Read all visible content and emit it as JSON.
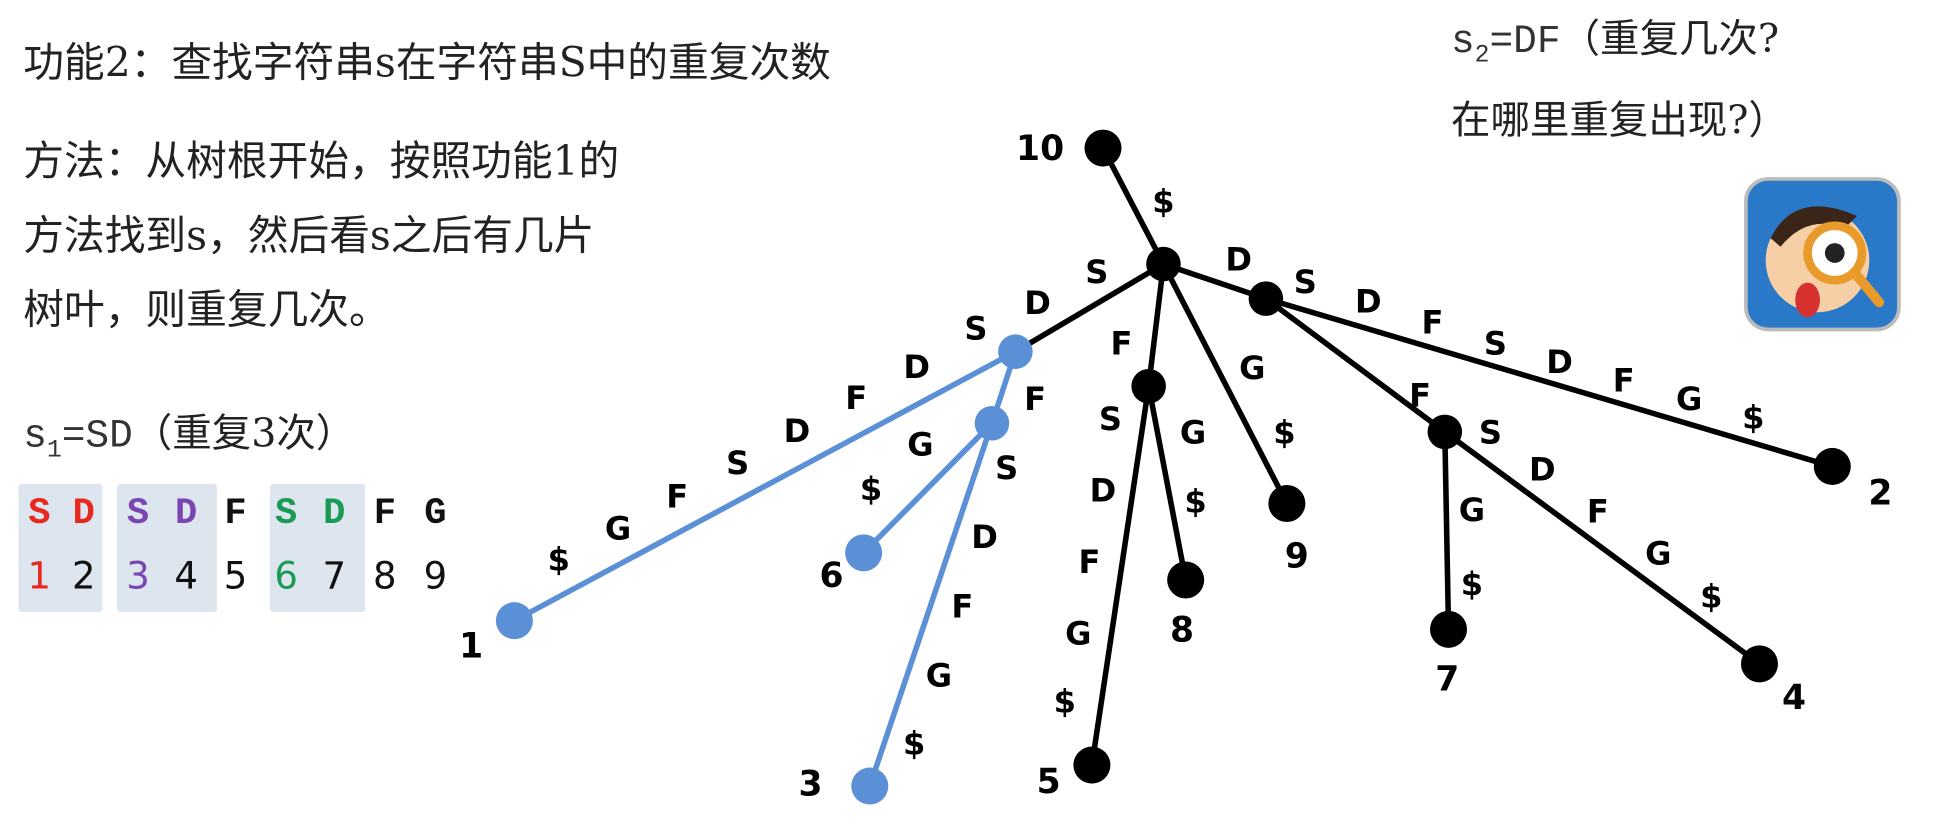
{
  "title": "功能2：查找字符串s在字符串S中的重复次数",
  "method": [
    "方法：从树根开始，按照功能1的",
    "方法找到s，然后看s之后有几片",
    "树叶，则重复几次。"
  ],
  "s1": {
    "prefix": "s",
    "sub": "1",
    "eq": "=SD",
    "note": "（重复3次）"
  },
  "sequence": {
    "chars": [
      "S",
      "D",
      "S",
      "D",
      "F",
      "S",
      "D",
      "F",
      "G"
    ],
    "indices": [
      "1",
      "2",
      "3",
      "4",
      "5",
      "6",
      "7",
      "8",
      "9"
    ],
    "char_colors": [
      "#e8281e",
      "#e8281e",
      "#7a45b0",
      "#7a45b0",
      "#111111",
      "#1a9a55",
      "#1a9a55",
      "#111111",
      "#111111"
    ],
    "index_colors": [
      "#e8281e",
      "#111111",
      "#7a45b0",
      "#111111",
      "#111111",
      "#1a9a55",
      "#111111",
      "#111111",
      "#111111"
    ]
  },
  "s2": {
    "prefix": "s",
    "sub": "2",
    "eq": "=DF",
    "line1": "（重复几次?",
    "line2": "在哪里重复出现?）"
  },
  "colors": {
    "highlight": "#5b8fd6",
    "tree": "#000000",
    "box": "#dde5ee"
  },
  "icon": "detective-magnifier-icon",
  "tree": {
    "leaf_labels": [
      "10",
      "1",
      "6",
      "3",
      "5",
      "8",
      "9",
      "2",
      "7",
      "4"
    ],
    "edges": {
      "e10": [
        "$"
      ],
      "eDS": [
        "D",
        "S"
      ],
      "e1": [
        "S",
        "D",
        "F",
        "D",
        "S",
        "F",
        "G",
        "$"
      ],
      "eF": [
        "F"
      ],
      "e6": [
        "G",
        "$"
      ],
      "e3": [
        "S",
        "D",
        "F",
        "G",
        "$"
      ],
      "eF2": [
        "F"
      ],
      "e5": [
        "S",
        "D",
        "F",
        "G",
        "$"
      ],
      "e8": [
        "G",
        "$"
      ],
      "e9": [
        "G",
        "$"
      ],
      "eD": [
        "D"
      ],
      "e2": [
        "S",
        "D",
        "F",
        "S",
        "D",
        "F",
        "G",
        "$"
      ],
      "eF3": [
        "F"
      ],
      "e7": [
        "G",
        "$"
      ],
      "e4": [
        "S",
        "D",
        "F",
        "G",
        "$"
      ]
    }
  }
}
